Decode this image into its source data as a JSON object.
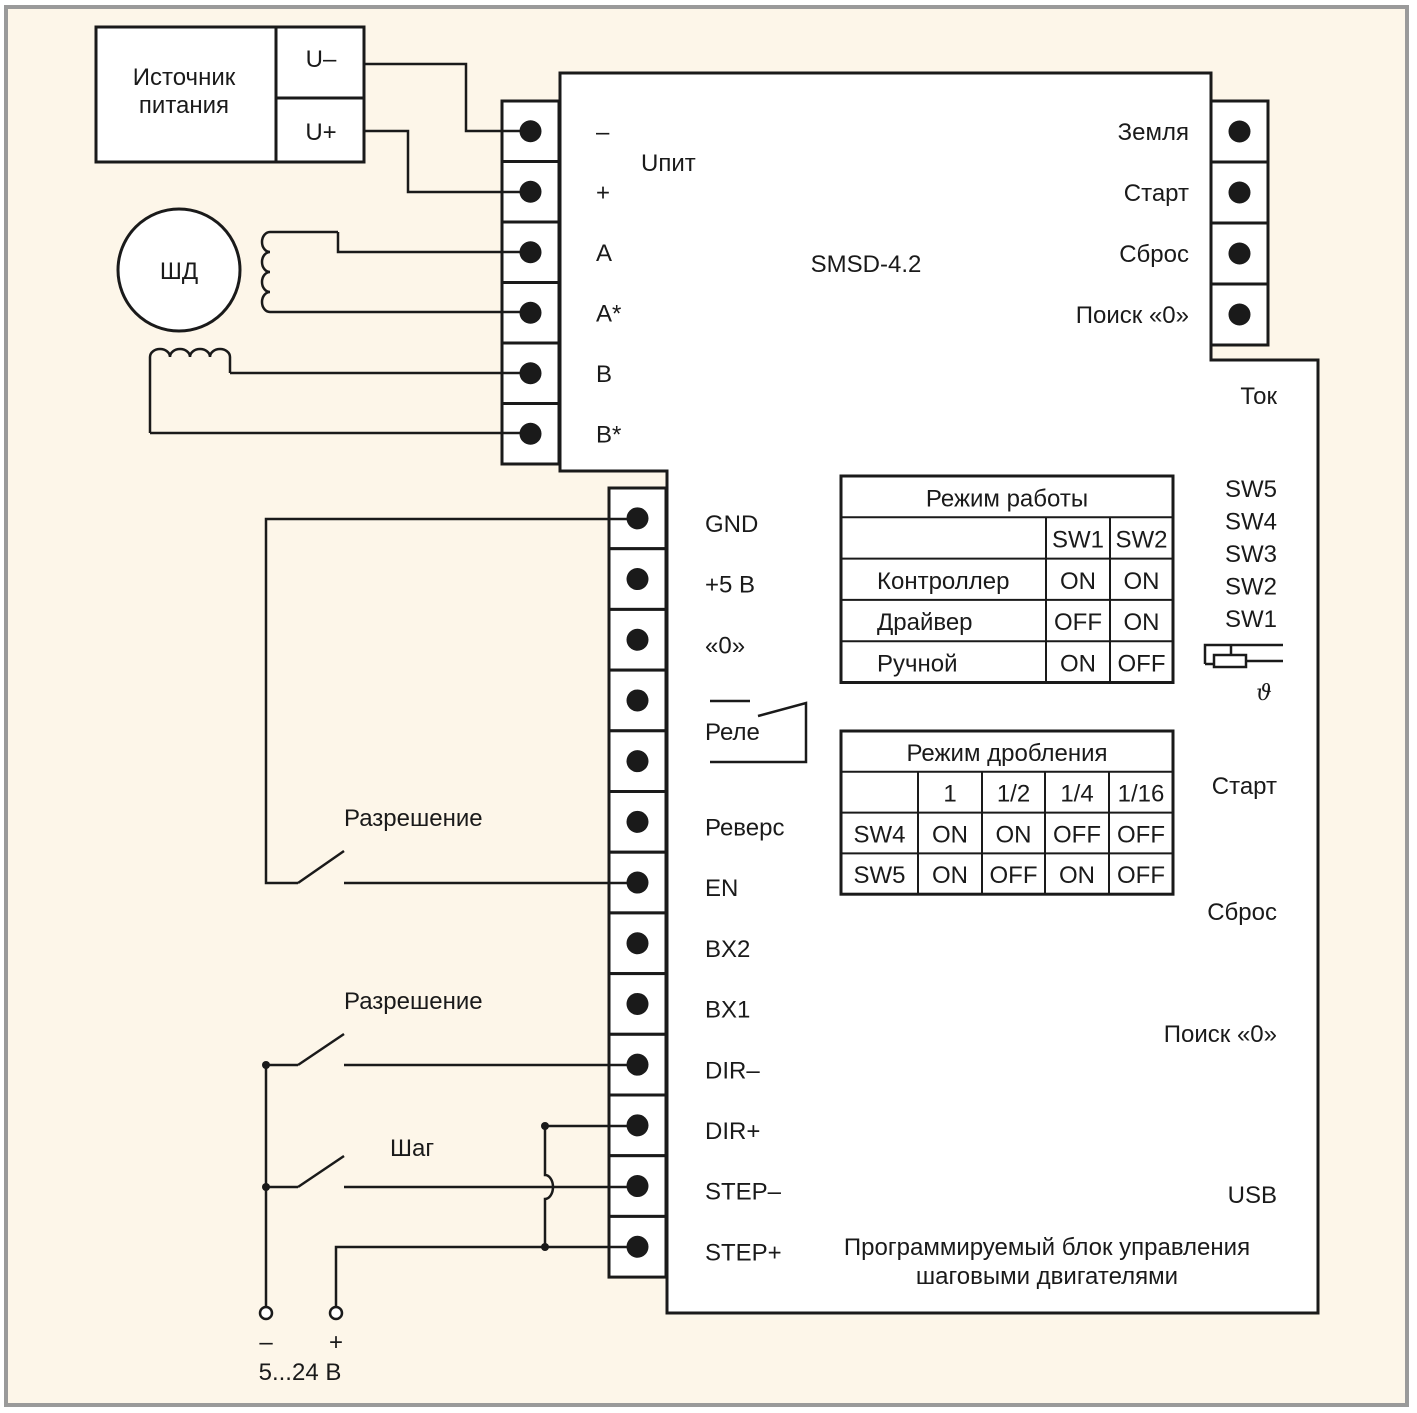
{
  "colors": {
    "background": "#fdf6e9",
    "frame": "#9a9a9a",
    "line": "#1a1a1a",
    "device_fill": "#ffffff"
  },
  "power_supply": {
    "title_line1": "Источник",
    "title_line2": "питания",
    "terminal_minus": "U–",
    "terminal_plus": "U+"
  },
  "motor": {
    "label": "ШД"
  },
  "device": {
    "model": "SMSD-4.2",
    "supply_label": "Uпит",
    "description_line1": "Программируемый блок управления",
    "description_line2": "шаговыми двигателями",
    "power_terminals": [
      "–",
      "+",
      "A",
      "A*",
      "B",
      "B*"
    ],
    "right_terminals": [
      "Земля",
      "Старт",
      "Сброс",
      "Поиск «0»"
    ],
    "control_terminals": [
      "GND",
      "+5 В",
      "«0»",
      "",
      "",
      "Реверс",
      "EN",
      "BX2",
      "BX1",
      "DIR–",
      "DIR+",
      "STEP–",
      "STEP+"
    ],
    "relay_label": "Реле",
    "side_labels": {
      "current": "Ток",
      "switches": [
        "SW5",
        "SW4",
        "SW3",
        "SW2",
        "SW1"
      ],
      "theta": "ϑ",
      "start": "Старт",
      "reset": "Сброс",
      "home": "Поиск «0»",
      "usb": "USB"
    }
  },
  "mode_table": {
    "title": "Режим работы",
    "headers": [
      "",
      "SW1",
      "SW2"
    ],
    "rows": [
      [
        "Контроллер",
        "ON",
        "ON"
      ],
      [
        "Драйвер",
        "OFF",
        "ON"
      ],
      [
        "Ручной",
        "ON",
        "OFF"
      ]
    ]
  },
  "step_table": {
    "title": "Режим дробления",
    "headers": [
      "",
      "1",
      "1/2",
      "1/4",
      "1/16"
    ],
    "rows": [
      [
        "SW4",
        "ON",
        "ON",
        "OFF",
        "OFF"
      ],
      [
        "SW5",
        "ON",
        "OFF",
        "ON",
        "OFF"
      ]
    ]
  },
  "external": {
    "enable_label_1": "Разрешение",
    "enable_label_2": "Разрешение",
    "step_label": "Шаг",
    "source_minus": "–",
    "source_plus": "+",
    "source_voltage": "5...24 В"
  }
}
